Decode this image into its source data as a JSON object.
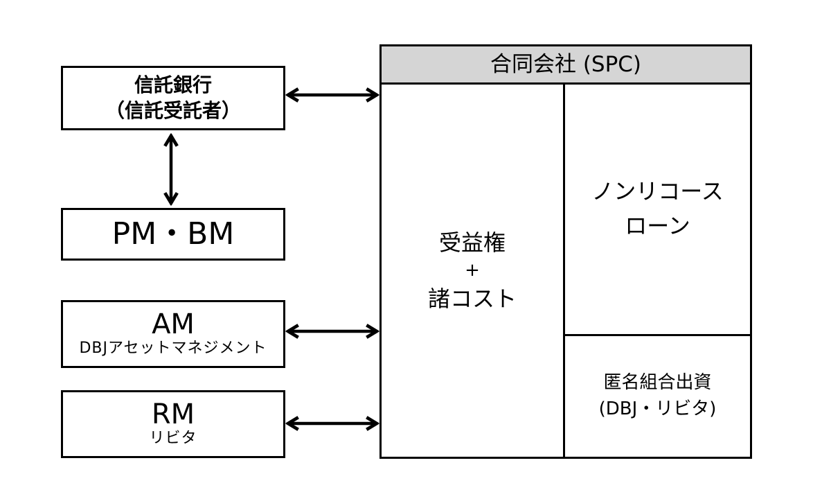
{
  "diagram": {
    "colors": {
      "background": "#ffffff",
      "border": "#000000",
      "text": "#000000",
      "spc_header_bg": "#d5d5d5"
    },
    "left_boxes": [
      {
        "line1": "信託銀行",
        "line2": "（信託受託者）"
      },
      {
        "line1": "PM・BM"
      },
      {
        "line1": "AM",
        "line2": "DBJアセットマネジメント"
      },
      {
        "line1": "RM",
        "line2": "リビタ"
      }
    ],
    "spc": {
      "header_label": "合同会社 (SPC)",
      "beneficiary_cell": {
        "line1": "受益権",
        "line2": "+",
        "line3": "諸コスト"
      },
      "loan_cell": {
        "line1": "ノンリコース",
        "line2": "ローン"
      },
      "tk_cell": {
        "line1": "匿名組合出資",
        "line2": "(DBJ・リビタ)"
      }
    },
    "arrows": [
      {
        "name": "arrow-trustbank-spc",
        "type": "horizontal-double-headed"
      },
      {
        "name": "arrow-trustbank-pmbm",
        "type": "vertical-double-headed"
      },
      {
        "name": "arrow-am-spc",
        "type": "horizontal-double-headed"
      },
      {
        "name": "arrow-rm-spc",
        "type": "horizontal-double-headed"
      }
    ]
  }
}
